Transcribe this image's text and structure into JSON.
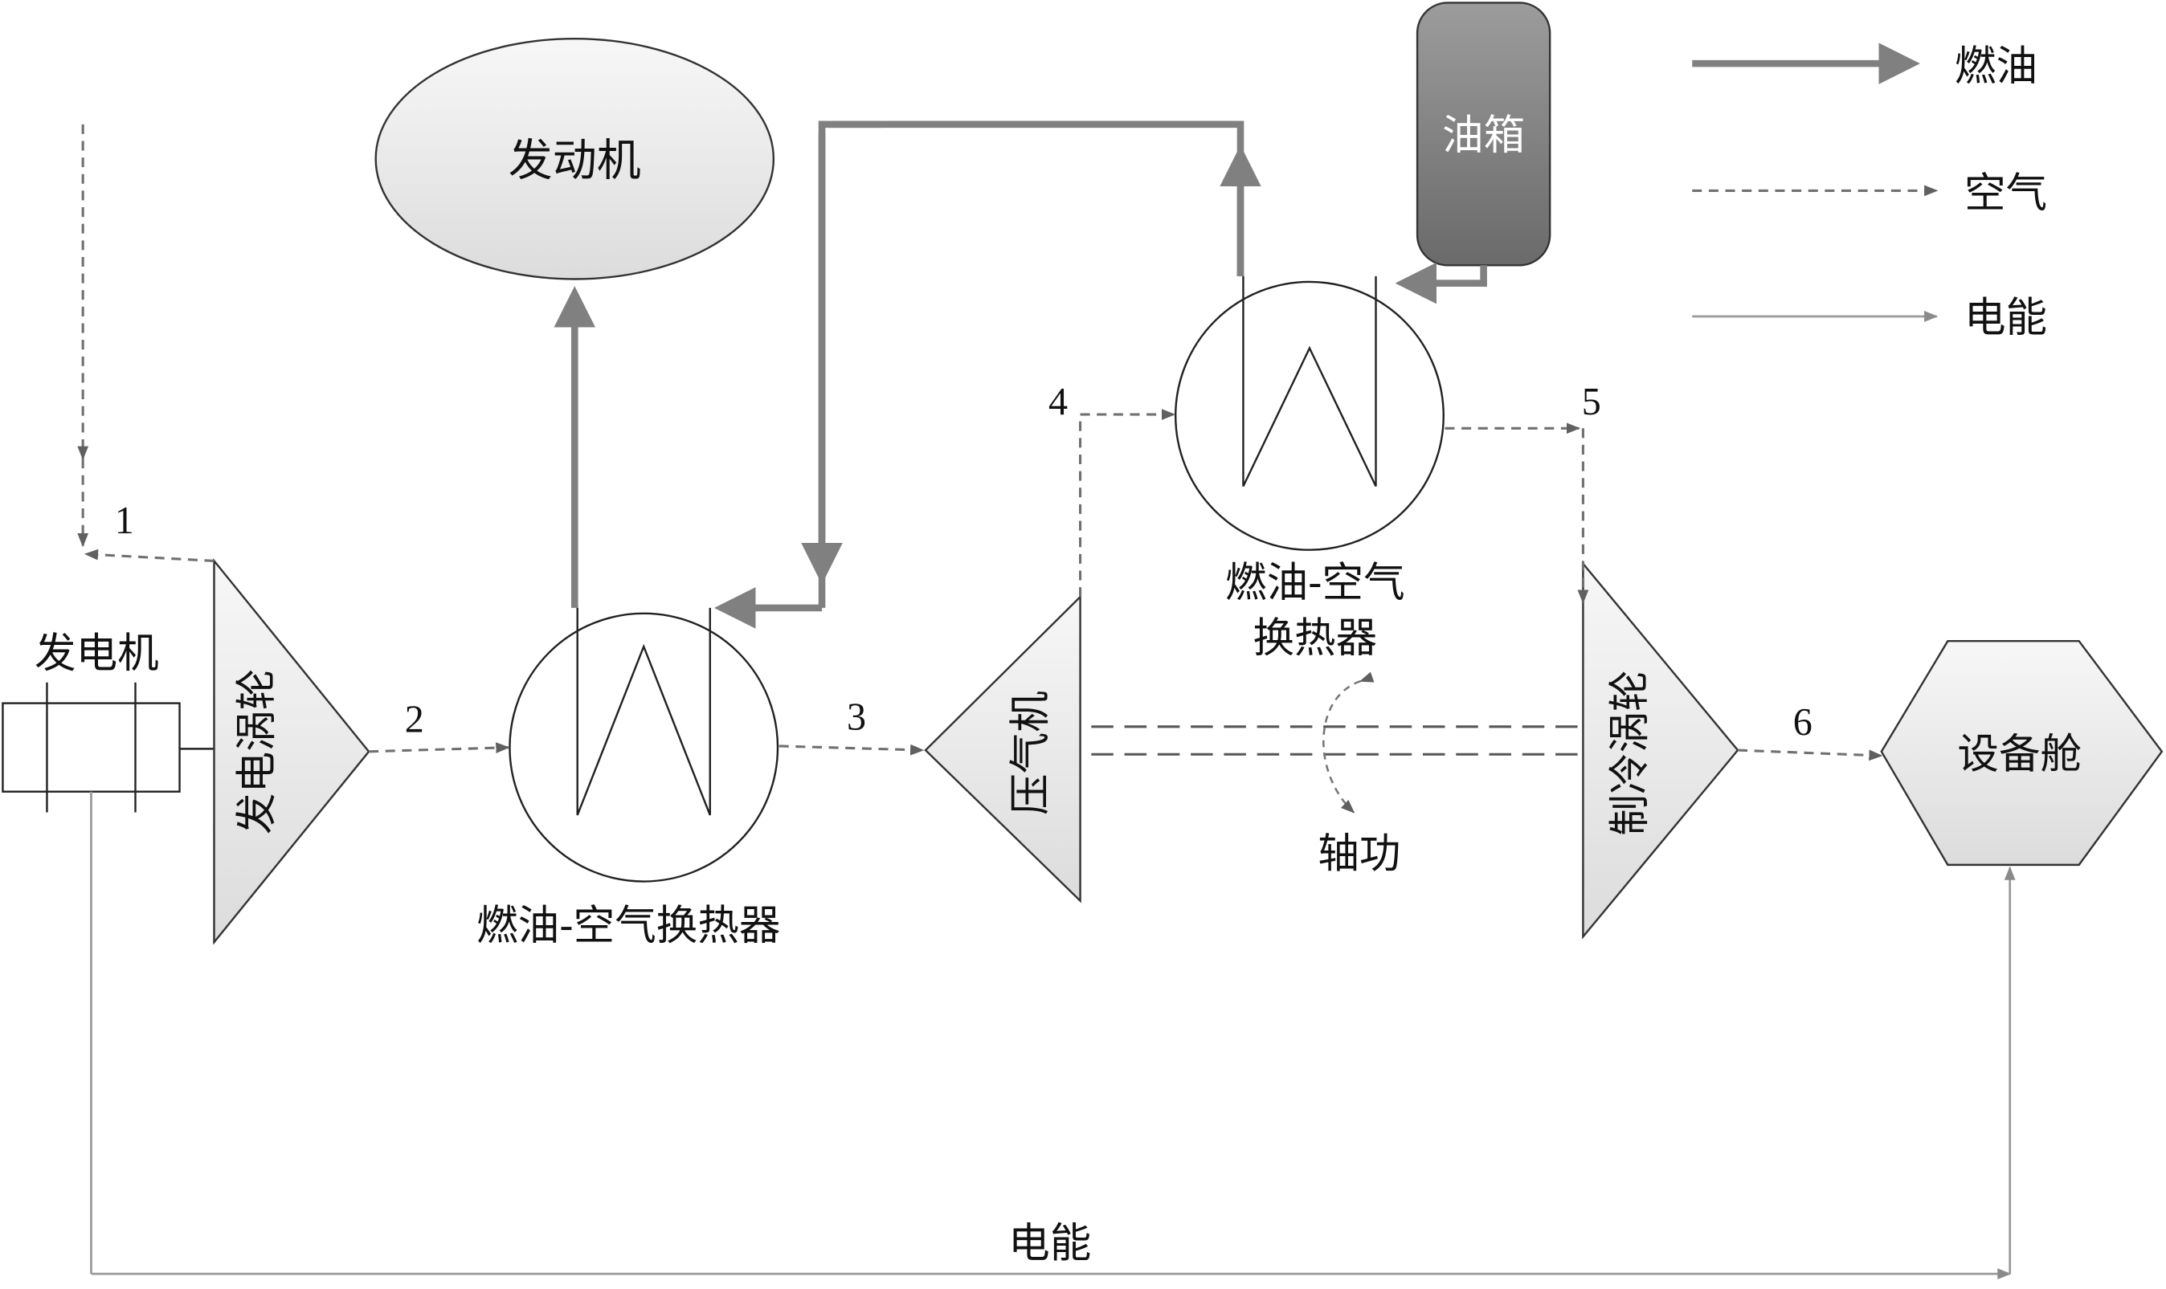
{
  "title": "燃油-空气换热器 循环系统示意图",
  "components": {
    "engine": "发动机",
    "fuel_tank": "油箱",
    "generator": "发电机",
    "power_turbine": "发电涡轮",
    "compressor": "压气机",
    "cooling_turbine": "制冷涡轮",
    "equipment_bay": "设备舱",
    "heat_exchanger_1": "燃油-空气换热器",
    "heat_exchanger_2_line1": "燃油-空气",
    "heat_exchanger_2_line2": "换热器",
    "shaft_work": "轴功",
    "electric_energy": "电能"
  },
  "state_points": [
    "1",
    "2",
    "3",
    "4",
    "5",
    "6"
  ],
  "legend": {
    "fuel": "燃油",
    "air": "空气",
    "electric": "电能"
  },
  "colors": {
    "fuel_line": "#808080",
    "air_line": "#707070",
    "electric_line": "#9a9a9a",
    "tank_fill": "#7a7a7a",
    "shape_fill": "#e6e6e6"
  }
}
